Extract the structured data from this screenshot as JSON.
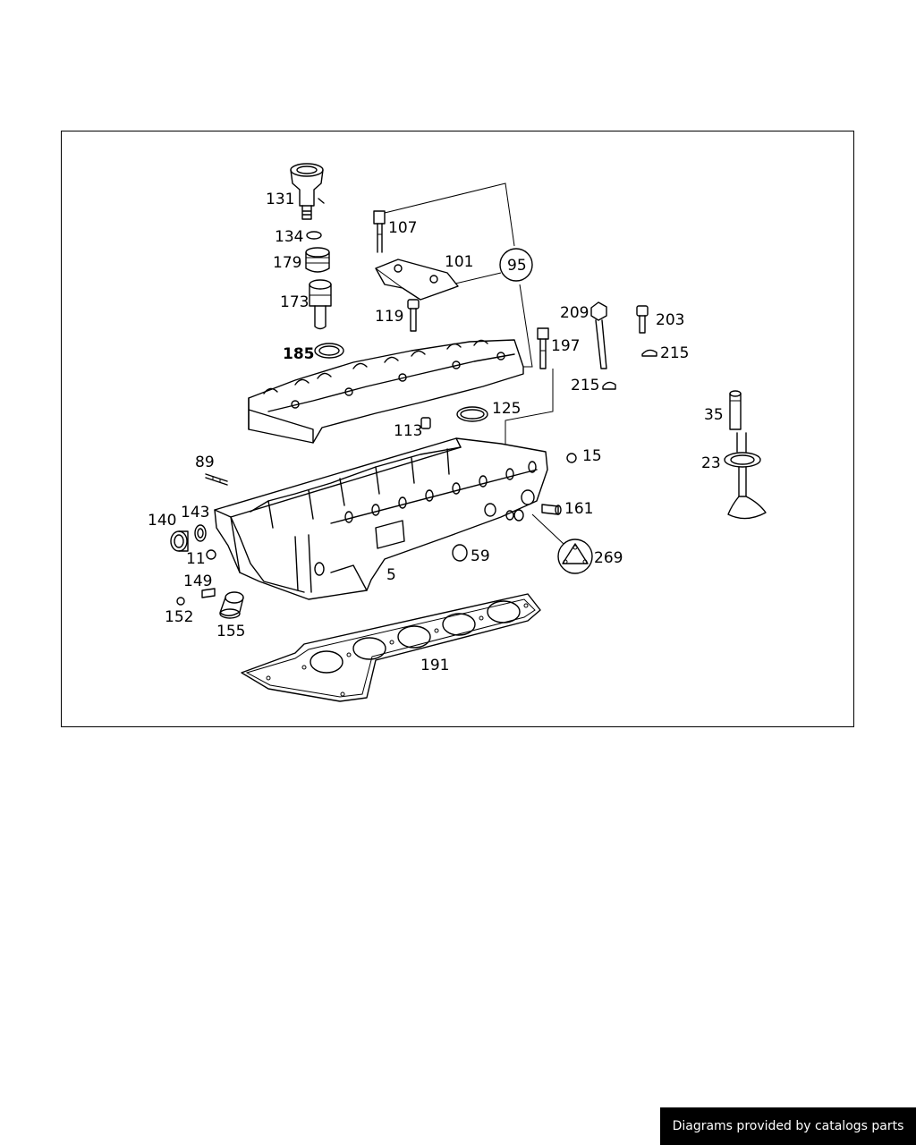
{
  "callouts": {
    "c131": "131",
    "c134": "134",
    "c179": "179",
    "c173": "173",
    "c185": "185",
    "c107": "107",
    "c101": "101",
    "c95": "95",
    "c119": "119",
    "c209": "209",
    "c203": "203",
    "c197": "197",
    "c215a": "215",
    "c215b": "215",
    "c125": "125",
    "c113": "113",
    "c35": "35",
    "c23": "23",
    "c15": "15",
    "c89": "89",
    "c161": "161",
    "c140": "140",
    "c143": "143",
    "c11": "11",
    "c59": "59",
    "c269": "269",
    "c5": "5",
    "c149": "149",
    "c152": "152",
    "c155": "155",
    "c191": "191"
  },
  "footer": {
    "credit": "Diagrams provided by catalogs parts"
  },
  "colors": {
    "line": "#000000",
    "background": "#ffffff",
    "badge": "#000000"
  }
}
